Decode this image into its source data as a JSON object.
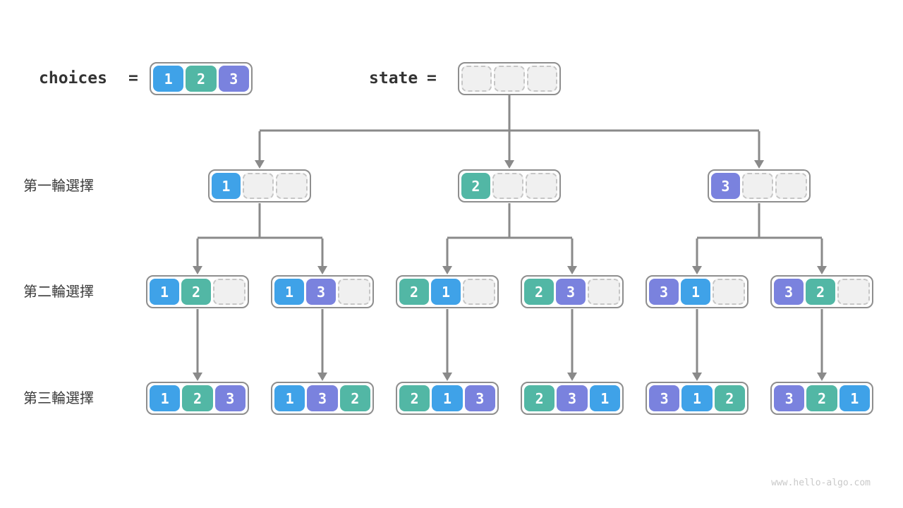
{
  "header": {
    "choices_label": "choices",
    "choices_equals": "=",
    "state_label": "state",
    "state_equals": "="
  },
  "choices_values": [
    "1",
    "2",
    "3"
  ],
  "state_values": [
    "",
    "",
    ""
  ],
  "row_labels": [
    "第一輪選擇",
    "第二輪選擇",
    "第三輪選擇"
  ],
  "tree": {
    "level1": [
      [
        "1",
        "",
        ""
      ],
      [
        "2",
        "",
        ""
      ],
      [
        "3",
        "",
        ""
      ]
    ],
    "level2": [
      [
        "1",
        "2",
        ""
      ],
      [
        "1",
        "3",
        ""
      ],
      [
        "2",
        "1",
        ""
      ],
      [
        "2",
        "3",
        ""
      ],
      [
        "3",
        "1",
        ""
      ],
      [
        "3",
        "2",
        ""
      ]
    ],
    "level3": [
      [
        "1",
        "2",
        "3"
      ],
      [
        "1",
        "3",
        "2"
      ],
      [
        "2",
        "1",
        "3"
      ],
      [
        "2",
        "3",
        "1"
      ],
      [
        "3",
        "1",
        "2"
      ],
      [
        "3",
        "2",
        "1"
      ]
    ]
  },
  "colors": {
    "1": "#3fa2e8",
    "2": "#52b7a5",
    "3": "#7a82de"
  },
  "line_color": "#8a8a8a",
  "watermark": "www.hello-algo.com"
}
